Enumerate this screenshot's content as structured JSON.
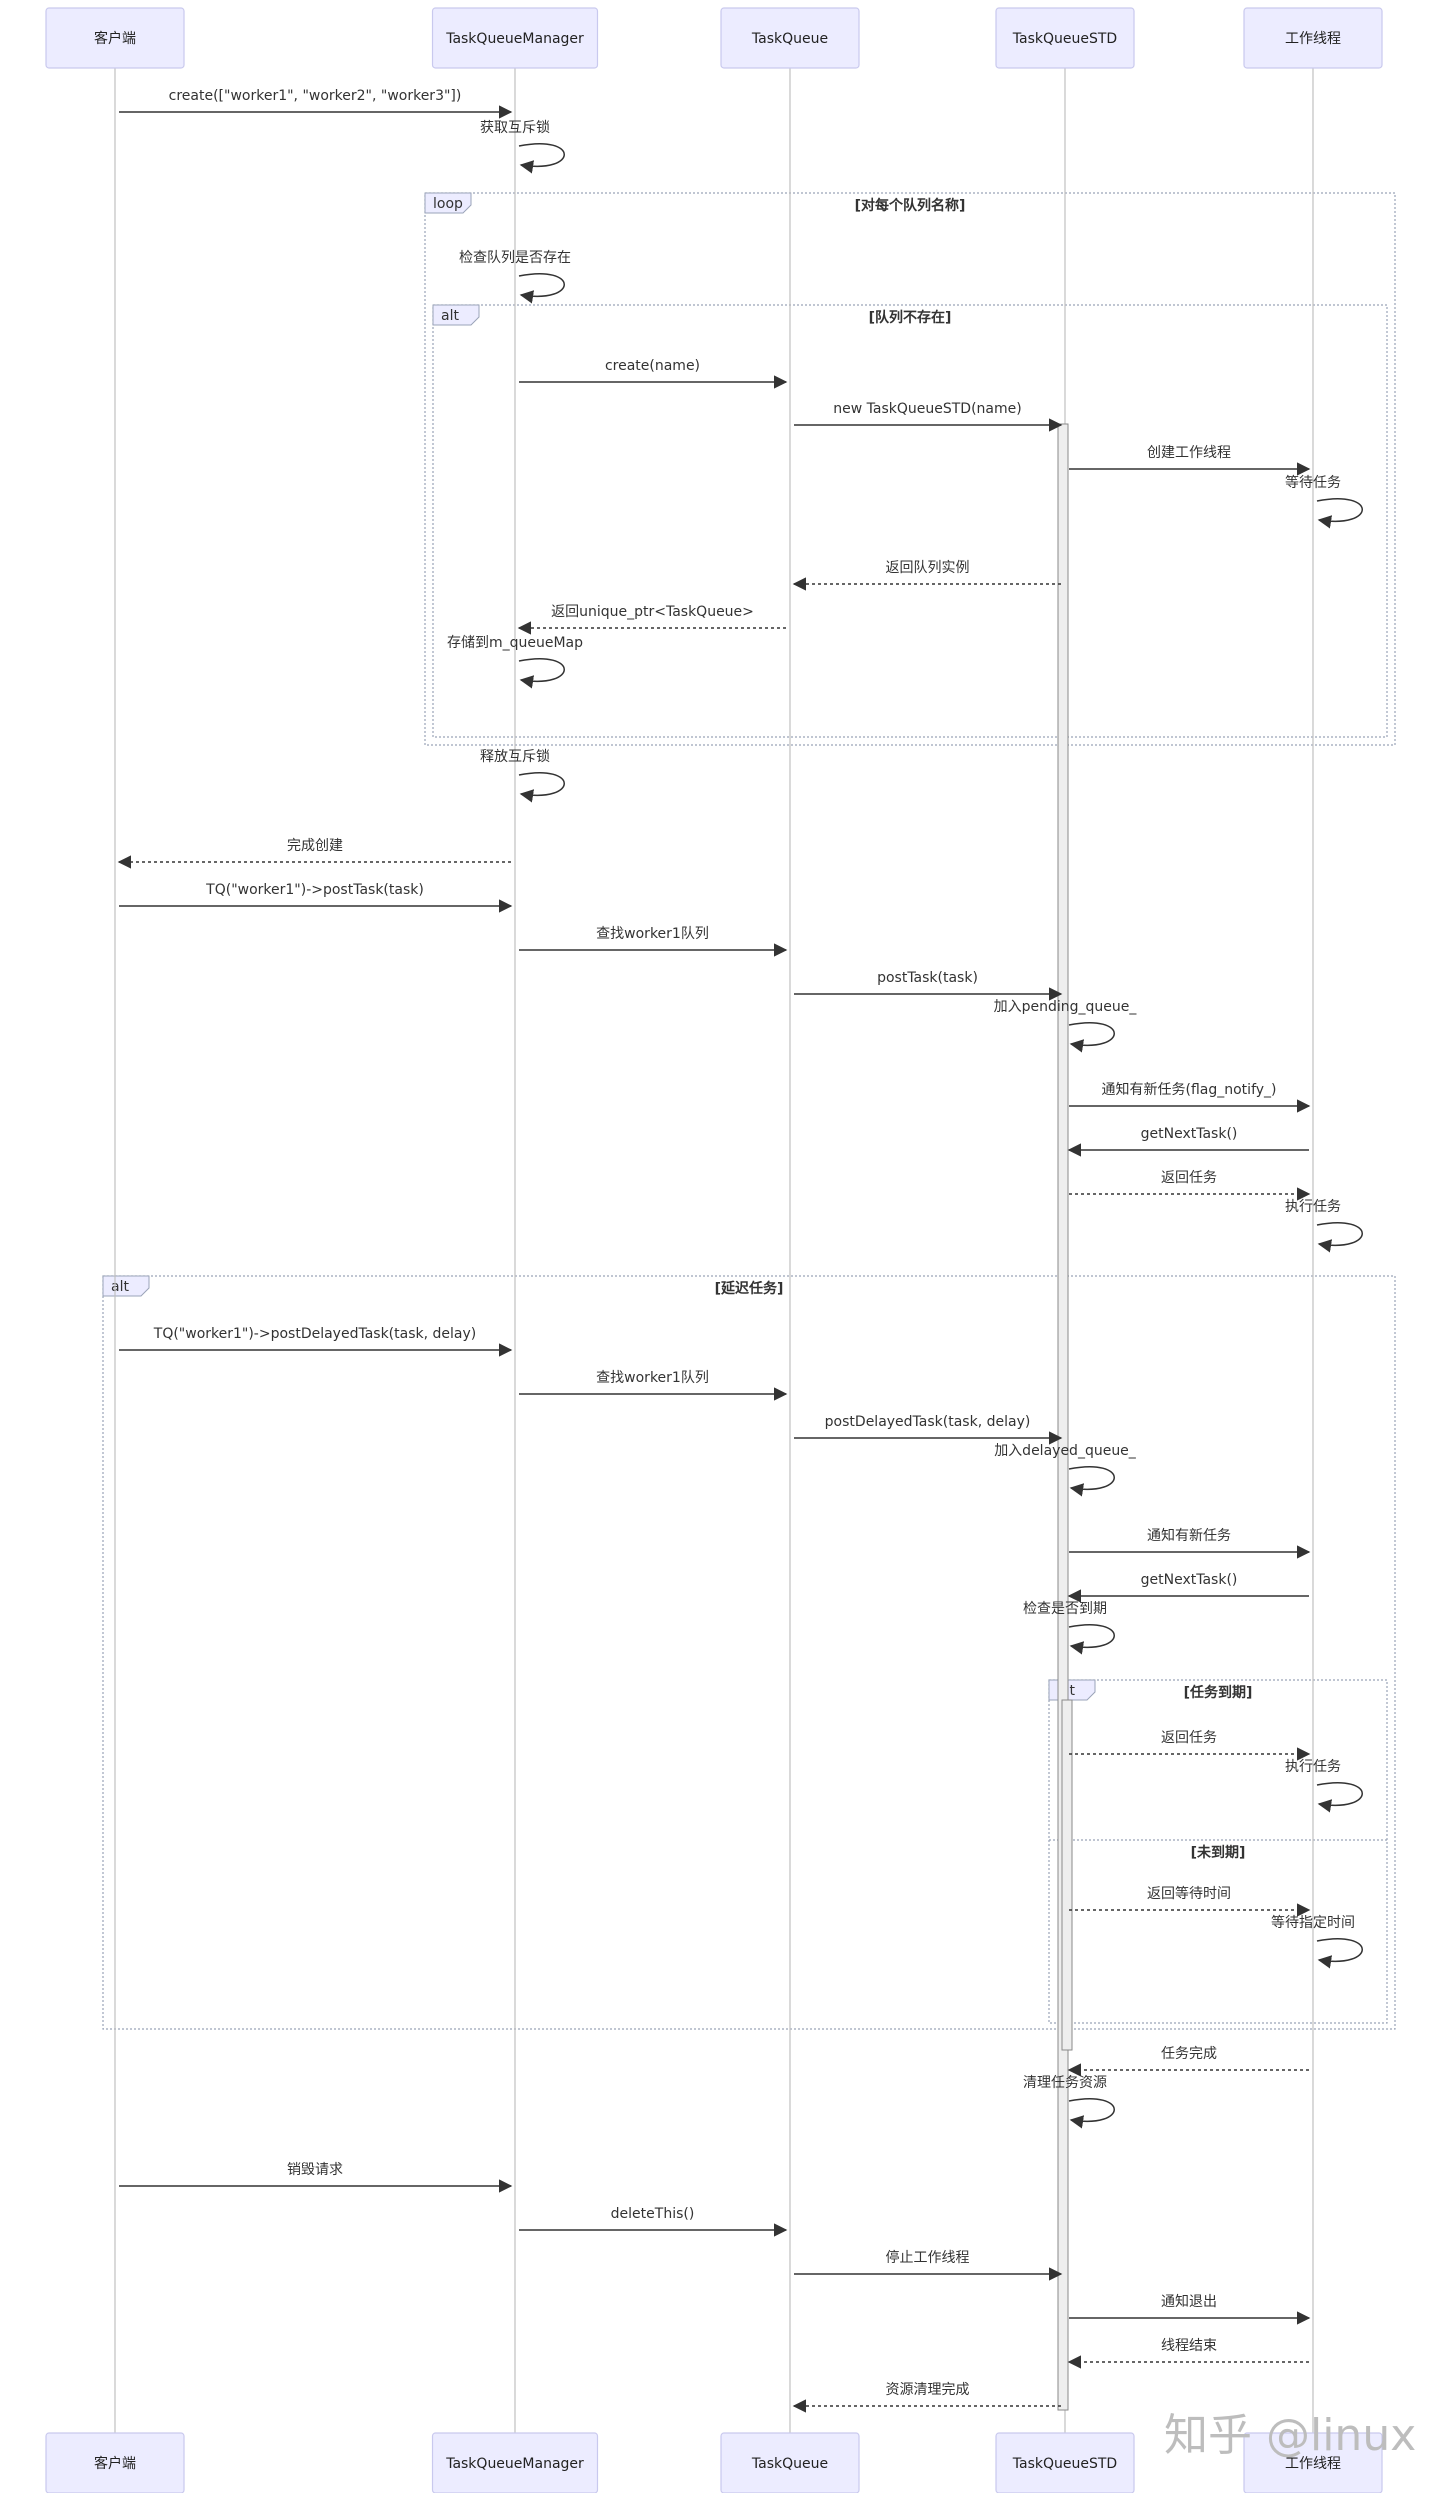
{
  "participants": [
    {
      "id": "client",
      "label": "客户端"
    },
    {
      "id": "mgr",
      "label": "TaskQueueManager"
    },
    {
      "id": "tq",
      "label": "TaskQueue"
    },
    {
      "id": "std",
      "label": "TaskQueueSTD"
    },
    {
      "id": "worker",
      "label": "工作线程"
    }
  ],
  "messages": [
    {
      "from": "client",
      "to": "mgr",
      "text": "create([\"worker1\", \"worker2\", \"worker3\"])",
      "dashed": false
    },
    {
      "from": "mgr",
      "to": "mgr",
      "text": "获取互斥锁",
      "dashed": false
    },
    {
      "from": "mgr",
      "to": "mgr",
      "text": "检查队列是否存在",
      "dashed": false
    },
    {
      "from": "mgr",
      "to": "tq",
      "text": "create(name)",
      "dashed": false
    },
    {
      "from": "tq",
      "to": "std",
      "text": "new TaskQueueSTD(name)",
      "dashed": false
    },
    {
      "from": "std",
      "to": "worker",
      "text": "创建工作线程",
      "dashed": false
    },
    {
      "from": "worker",
      "to": "worker",
      "text": "等待任务",
      "dashed": false
    },
    {
      "from": "std",
      "to": "tq",
      "text": "返回队列实例",
      "dashed": true
    },
    {
      "from": "tq",
      "to": "mgr",
      "text": "返回unique_ptr<TaskQueue>",
      "dashed": true
    },
    {
      "from": "mgr",
      "to": "mgr",
      "text": "存储到m_queueMap",
      "dashed": false
    },
    {
      "from": "mgr",
      "to": "mgr",
      "text": "释放互斥锁",
      "dashed": false
    },
    {
      "from": "mgr",
      "to": "client",
      "text": "完成创建",
      "dashed": true
    },
    {
      "from": "client",
      "to": "mgr",
      "text": "TQ(\"worker1\")->postTask(task)",
      "dashed": false
    },
    {
      "from": "mgr",
      "to": "tq",
      "text": "查找worker1队列",
      "dashed": false
    },
    {
      "from": "tq",
      "to": "std",
      "text": "postTask(task)",
      "dashed": false
    },
    {
      "from": "std",
      "to": "std",
      "text": "加入pending_queue_",
      "dashed": false
    },
    {
      "from": "std",
      "to": "worker",
      "text": "通知有新任务(flag_notify_)",
      "dashed": false
    },
    {
      "from": "worker",
      "to": "std",
      "text": "getNextTask()",
      "dashed": false
    },
    {
      "from": "std",
      "to": "worker",
      "text": "返回任务",
      "dashed": true
    },
    {
      "from": "worker",
      "to": "worker",
      "text": "执行任务",
      "dashed": false
    },
    {
      "from": "client",
      "to": "mgr",
      "text": "TQ(\"worker1\")->postDelayedTask(task, delay)",
      "dashed": false
    },
    {
      "from": "mgr",
      "to": "tq",
      "text": "查找worker1队列",
      "dashed": false
    },
    {
      "from": "tq",
      "to": "std",
      "text": "postDelayedTask(task, delay)",
      "dashed": false
    },
    {
      "from": "std",
      "to": "std",
      "text": "加入delayed_queue_",
      "dashed": false
    },
    {
      "from": "std",
      "to": "worker",
      "text": "通知有新任务",
      "dashed": false
    },
    {
      "from": "worker",
      "to": "std",
      "text": "getNextTask()",
      "dashed": false
    },
    {
      "from": "std",
      "to": "std",
      "text": "检查是否到期",
      "dashed": false
    },
    {
      "from": "std",
      "to": "worker",
      "text": "返回任务",
      "dashed": true
    },
    {
      "from": "worker",
      "to": "worker",
      "text": "执行任务",
      "dashed": false
    },
    {
      "from": "std",
      "to": "worker",
      "text": "返回等待时间",
      "dashed": true
    },
    {
      "from": "worker",
      "to": "worker",
      "text": "等待指定时间",
      "dashed": false
    },
    {
      "from": "worker",
      "to": "std",
      "text": "任务完成",
      "dashed": true
    },
    {
      "from": "std",
      "to": "std",
      "text": "清理任务资源",
      "dashed": false
    },
    {
      "from": "client",
      "to": "mgr",
      "text": "销毁请求",
      "dashed": false
    },
    {
      "from": "mgr",
      "to": "tq",
      "text": "deleteThis()",
      "dashed": false
    },
    {
      "from": "tq",
      "to": "std",
      "text": "停止工作线程",
      "dashed": false
    },
    {
      "from": "std",
      "to": "worker",
      "text": "通知退出",
      "dashed": false
    },
    {
      "from": "worker",
      "to": "std",
      "text": "线程结束",
      "dashed": true
    },
    {
      "from": "std",
      "to": "tq",
      "text": "资源清理完成",
      "dashed": true
    }
  ],
  "frames": [
    {
      "tag": "loop",
      "condition": "[对每个队列名称]"
    },
    {
      "tag": "alt",
      "condition": "[队列不存在]"
    },
    {
      "tag": "alt",
      "condition": "[延迟任务]"
    },
    {
      "tag": "alt",
      "condition": "[任务到期]",
      "else_condition": "[未到期]"
    }
  ],
  "watermark": "知乎 @linux",
  "colors": {
    "actor_fill": "#ececff",
    "actor_border": "#c9c9ee",
    "line": "#333333",
    "frame": "#9aa3b8"
  }
}
